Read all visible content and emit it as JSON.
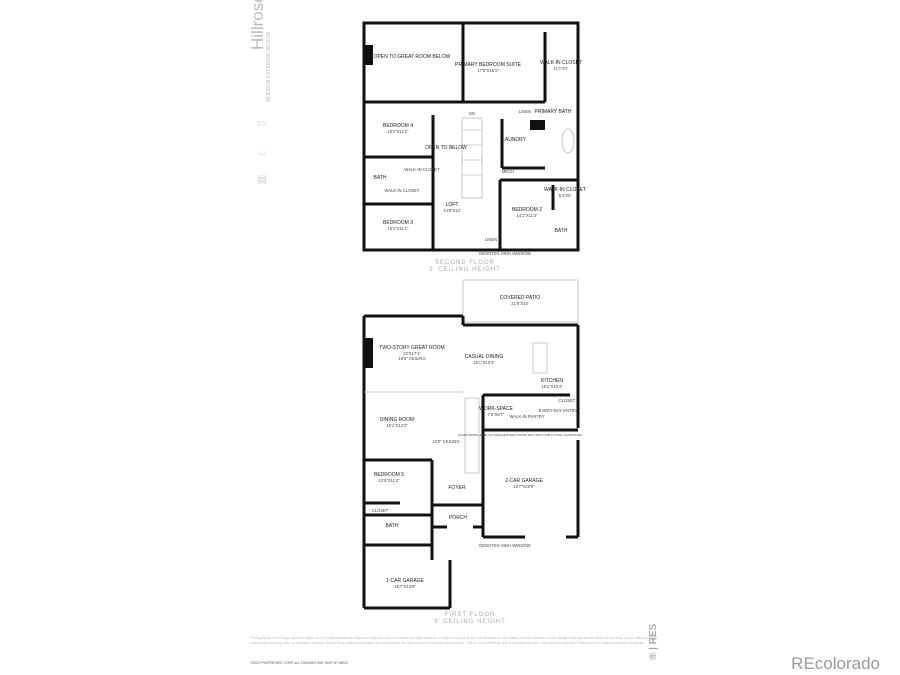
{
  "logo": {
    "title": "Hillrose",
    "subtitle": "MODERN EXTERIOR DESIGN",
    "icons": [
      "bed-icon",
      "bath-icon",
      "garage-icon"
    ]
  },
  "second_floor": {
    "title": "SECOND FLOOR",
    "ceiling": "9' CEILING HEIGHT",
    "high_window_note": "DENOTES HIGH WINDOW",
    "rooms": [
      {
        "name": "OPEN TO GREAT ROOM BELOW"
      },
      {
        "name": "PRIMARY BEDROOM SUITE",
        "dim": "17'5\"X15'1\""
      },
      {
        "name": "WALK-IN CLOSET",
        "dim": "11'1\"X7'"
      },
      {
        "name": "PRIMARY BATH"
      },
      {
        "name": "BEDROOM 4",
        "dim": "15'2\"X11'1\""
      },
      {
        "name": "OPEN TO BELOW"
      },
      {
        "name": "LAUNDRY"
      },
      {
        "name": "BATH"
      },
      {
        "name": "WALK-IN CLOSET"
      },
      {
        "name": "WALK IN CLOSET"
      },
      {
        "name": "LOFT",
        "dim": "14'8\"X12'"
      },
      {
        "name": "BEDROOM 2",
        "dim": "14'1\"X11'3\""
      },
      {
        "name": "WALK-IN CLOSET",
        "dim": "5'4\"X5'"
      },
      {
        "name": "BATH"
      },
      {
        "name": "BEDROOM 3",
        "dim": "15'1\"X11'1\""
      },
      {
        "name": "LINEN"
      },
      {
        "name": "LINEN"
      },
      {
        "name": "MECH"
      },
      {
        "name": "DN"
      }
    ]
  },
  "first_floor": {
    "title": "FIRST FLOOR",
    "ceiling": "9' CEILING HEIGHT",
    "high_window_note": "DENOTES HIGH WINDOW",
    "rooms": [
      {
        "name": "COVERED PATIO",
        "dim": "21'8\"X10'"
      },
      {
        "name": "TWO-STORY GREAT ROOM",
        "dim": "22'X17'1\"",
        "note": "19'0\" CEILING"
      },
      {
        "name": "CASUAL DINING",
        "dim": "15'1\"X10'4\""
      },
      {
        "name": "KITCHEN",
        "dim": "15'1\"X10'4\""
      },
      {
        "name": "DINING ROOM",
        "dim": "15'1\"X12'4\""
      },
      {
        "name": "WORK-SPACE",
        "dim": "7'3\"X6'7\""
      },
      {
        "name": "WALK-IN PANTRY"
      },
      {
        "name": "BEDROOM 5",
        "dim": "12'5\"X11'2\""
      },
      {
        "name": "FOYER"
      },
      {
        "name": "2-CAR GARAGE",
        "dim": "23'7\"X20'9\""
      },
      {
        "name": "PORCH"
      },
      {
        "name": "BATH"
      },
      {
        "name": "1-CAR GARAGE",
        "dim": "18'7\"X13'9\""
      },
      {
        "name": "CLOSET"
      },
      {
        "name": "CLOSET"
      },
      {
        "name": "EVERY-DAY ENTRY"
      },
      {
        "name": "10'0\" CEILING"
      }
    ],
    "steps_note": "STEPS FROM HOME TO GARAGE/PORCH PATIO MAY VARY DUE TO SITE CONDITIONS"
  },
  "disclaimer": "Photographs, renderings, and floor plans are for representational purposes only and may not reflect standard features or options of your home. All dimensions are subject to field variance. Some design features and furniture shown may not be offered in your community and may vary by elevation selected. Actual floor plans and designs are copyrighted. All rights reserved and strictly enforced. This is not an offering where prohibited by law. Void where prohibited. Please see our sales consultant for details.",
  "copyright": "©2023 PROPRIETARY CORP. ALL CHANGES MAY VARY BY AREA",
  "watermark": {
    "badge": "® | RES",
    "brand": "REcolorado"
  }
}
